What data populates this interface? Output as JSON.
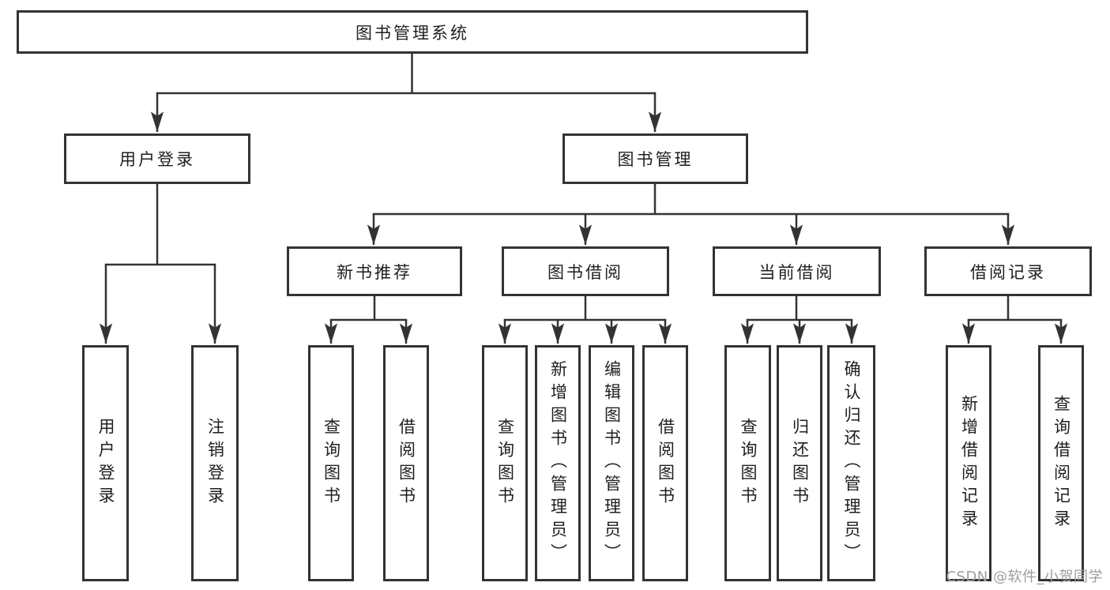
{
  "diagram": {
    "root": {
      "label": "图书管理系统"
    },
    "branches": [
      {
        "label": "用户登录",
        "leaves": [
          {
            "label": "用户登录"
          },
          {
            "label": "注销登录"
          }
        ]
      },
      {
        "label": "图书管理",
        "groups": [
          {
            "label": "新书推荐",
            "leaves": [
              {
                "label": "查询图书"
              },
              {
                "label": "借阅图书"
              }
            ]
          },
          {
            "label": "图书借阅",
            "leaves": [
              {
                "label": "查询图书"
              },
              {
                "label": "新增图书（管理员）"
              },
              {
                "label": "编辑图书（管理员）"
              },
              {
                "label": "借阅图书"
              }
            ]
          },
          {
            "label": "当前借阅",
            "leaves": [
              {
                "label": "查询图书"
              },
              {
                "label": "归还图书"
              },
              {
                "label": "确认归还（管理员）"
              }
            ]
          },
          {
            "label": "借阅记录",
            "leaves": [
              {
                "label": "新增借阅记录"
              },
              {
                "label": "查询借阅记录"
              }
            ]
          }
        ]
      }
    ]
  },
  "watermark": {
    "text": "CSDN @软件_小贺同学"
  },
  "colors": {
    "line": "#333333",
    "text": "#1f1f1f",
    "background": "#ffffff",
    "watermark": "#9e9e9e"
  }
}
